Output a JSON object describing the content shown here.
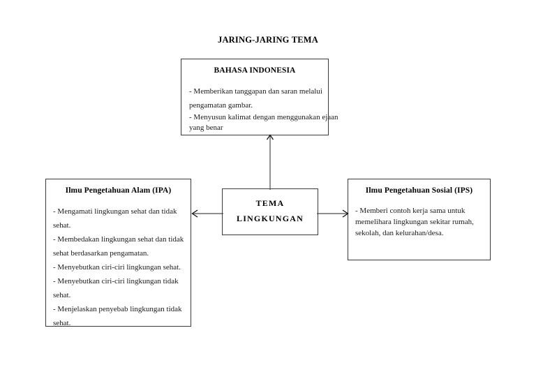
{
  "document": {
    "title": "JARING-JARING TEMA"
  },
  "nodes": {
    "center": {
      "line1": "TEMA",
      "line2": "LINGKUNGAN"
    },
    "top": {
      "title": "BAHASA INDONESIA",
      "lines": [
        "- Memberikan tanggapan dan saran melalui",
        "pengamatan gambar.",
        "- Menyusun kalimat dengan menggunakan ejaan",
        "yang benar"
      ]
    },
    "left": {
      "title": "Ilmu Pengetahuan Alam (IPA)",
      "lines": [
        "- Mengamati lingkungan sehat dan tidak",
        "sehat.",
        "- Membedakan lingkungan sehat dan tidak",
        "sehat berdasarkan pengamatan.",
        "- Menyebutkan ciri-ciri lingkungan sehat.",
        "- Menyebutkan ciri-ciri lingkungan tidak",
        "sehat.",
        "- Menjelaskan penyebab  lingkungan tidak",
        "sehat."
      ]
    },
    "right": {
      "title": "Ilmu Pengetahuan Sosial (IPS)",
      "lines": [
        "- Memberi contoh kerja sama untuk",
        "memelihara lingkungan sekitar rumah,",
        "sekolah, dan kelurahan/desa."
      ]
    }
  },
  "connectors": {
    "up": "arrow-up-to-bahasa-indonesia",
    "left": "arrow-left-to-ipa",
    "right": "arrow-right-to-ips"
  },
  "colors": {
    "background": "#ffffff",
    "text": "#000000",
    "box_border": "#3a3a3a",
    "connector": "#4a4a4a"
  }
}
